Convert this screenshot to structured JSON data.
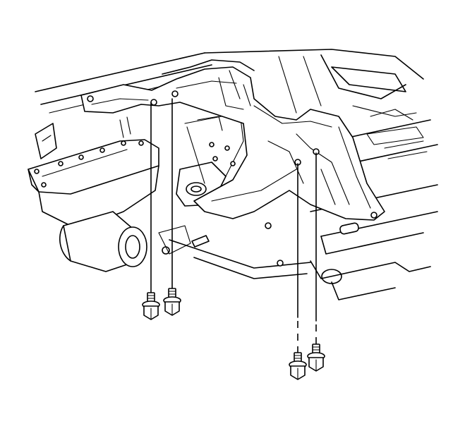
{
  "diagram": {
    "labels": [],
    "parts": [
      "transmission-crossmember",
      "transmission-oil-pan",
      "transmission-mount",
      "exhaust-pipe",
      "frame-rail-right",
      "bolts"
    ],
    "bolt_count": 4,
    "colors": {
      "line": "#000000",
      "background": "#ffffff"
    }
  }
}
